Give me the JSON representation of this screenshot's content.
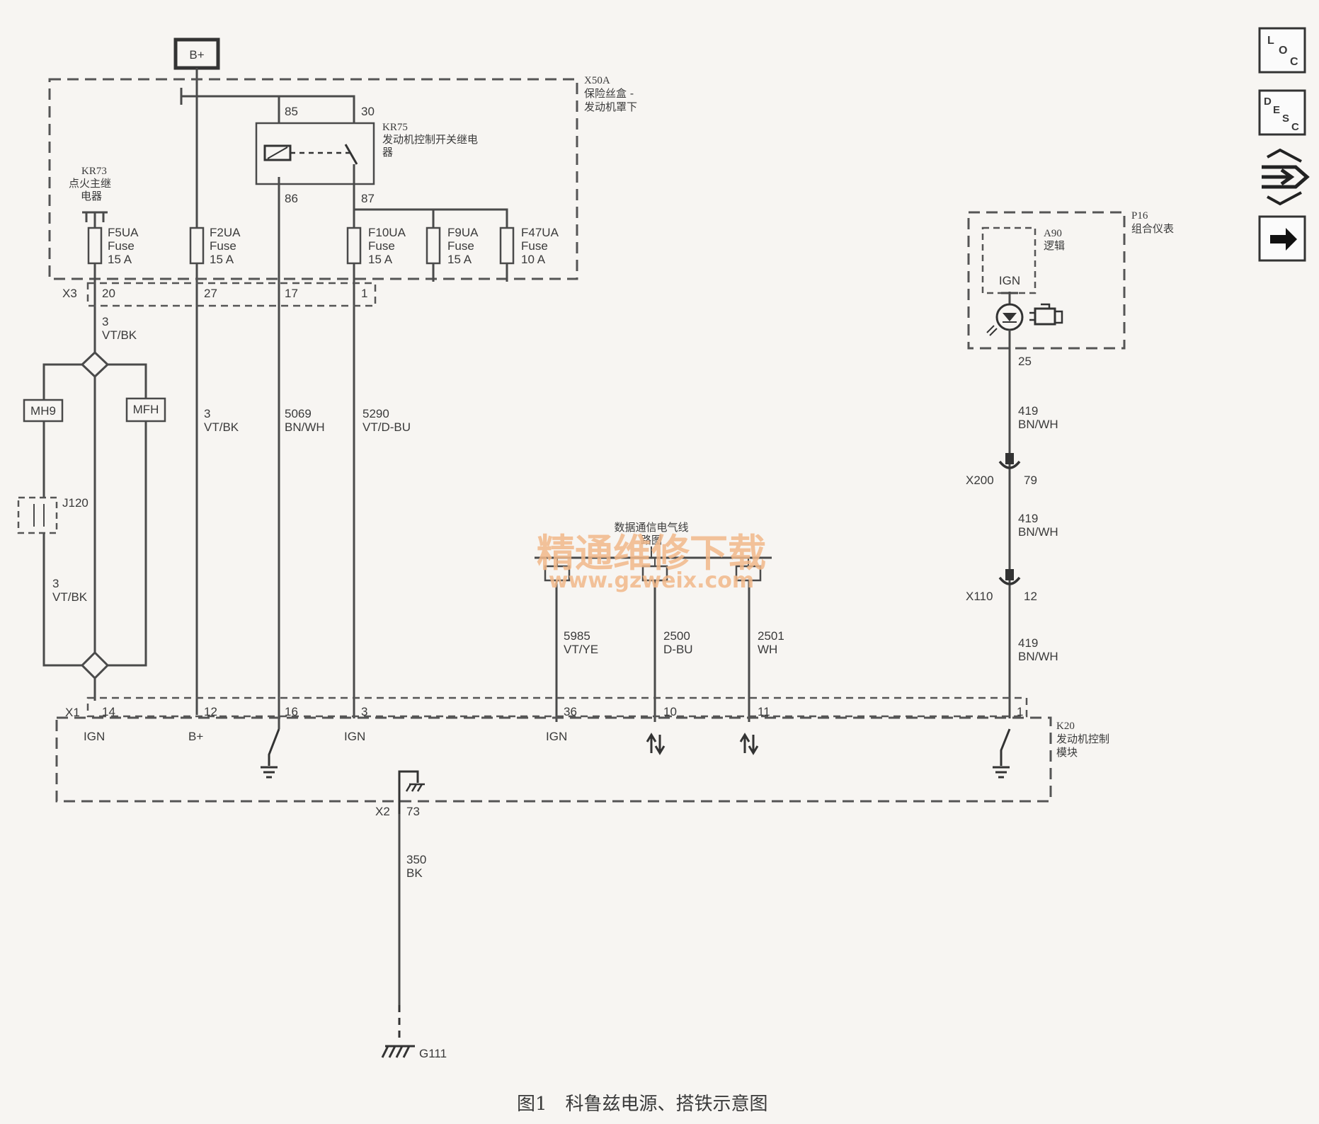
{
  "battery": "B+",
  "fuse_box": {
    "id": "X50A",
    "name": "保险丝盒 -",
    "location": "发动机罩下"
  },
  "relay_kr75": {
    "id": "KR75",
    "name": "发动机控制开关继电",
    "name2": "器",
    "pins": [
      "85",
      "30",
      "86",
      "87"
    ]
  },
  "relay_kr73": {
    "id": "KR73",
    "name": "点火主继",
    "name2": "电器"
  },
  "fuses": [
    {
      "name": "F5UA",
      "type": "Fuse",
      "rating": "15 A"
    },
    {
      "name": "F2UA",
      "type": "Fuse",
      "rating": "15 A"
    },
    {
      "name": "F10UA",
      "type": "Fuse",
      "rating": "15 A"
    },
    {
      "name": "F9UA",
      "type": "Fuse",
      "rating": "15 A"
    },
    {
      "name": "F47UA",
      "type": "Fuse",
      "rating": "10 A"
    }
  ],
  "x3": {
    "label": "X3",
    "pins": [
      "20",
      "27",
      "17",
      "1"
    ]
  },
  "wires": {
    "w_vtbk_top": {
      "num": "3",
      "color": "VT/BK"
    },
    "w_vtbk_f2": {
      "num": "3",
      "color": "VT/BK"
    },
    "w_5069": {
      "num": "5069",
      "color": "BN/WH"
    },
    "w_5290": {
      "num": "5290",
      "color": "VT/D-BU"
    },
    "w_vtbk_left": {
      "num": "3",
      "color": "VT/BK"
    },
    "w_5985": {
      "num": "5985",
      "color": "VT/YE"
    },
    "w_2500": {
      "num": "2500",
      "color": "D-BU"
    },
    "w_2501": {
      "num": "2501",
      "color": "WH"
    },
    "w_419a": {
      "num": "419",
      "color": "BN/WH"
    },
    "w_419b": {
      "num": "419",
      "color": "BN/WH"
    },
    "w_419c": {
      "num": "419",
      "color": "BN/WH"
    },
    "w_350": {
      "num": "350",
      "color": "BK"
    }
  },
  "splices": [
    "MH9",
    "MFH"
  ],
  "jumper": "J120",
  "data_comm": {
    "line1": "数据通信电气线",
    "line2": "路图"
  },
  "watermark": {
    "line1": "精通维修下载",
    "line2": "www.gzweix.com"
  },
  "cluster": {
    "id": "P16",
    "name": "组合仪表",
    "logic_id": "A90",
    "logic_name": "逻辑",
    "ign": "IGN",
    "pin": "25"
  },
  "x200": {
    "label": "X200",
    "pin": "79"
  },
  "x110": {
    "label": "X110",
    "pin": "12"
  },
  "ecm": {
    "id": "K20",
    "name": "发动机控制",
    "name2": "模块",
    "x1": "X1",
    "pins": [
      {
        "num": "14",
        "func": "IGN"
      },
      {
        "num": "12",
        "func": "B+"
      },
      {
        "num": "16",
        "func": ""
      },
      {
        "num": "3",
        "func": "IGN"
      },
      {
        "num": "36",
        "func": "IGN"
      },
      {
        "num": "10",
        "func": ""
      },
      {
        "num": "11",
        "func": ""
      },
      {
        "num": "1",
        "func": ""
      }
    ],
    "x2": "X2",
    "x2_pin": "73"
  },
  "ground": "G111",
  "side_buttons": [
    {
      "icon": "loc-icon",
      "label": "LOC"
    },
    {
      "icon": "desc-icon",
      "label": "DESC"
    },
    {
      "icon": "connector-icon",
      "label": ""
    },
    {
      "icon": "arrow-right-icon",
      "label": ""
    }
  ],
  "caption": "图1　科鲁兹电源、搭铁示意图"
}
